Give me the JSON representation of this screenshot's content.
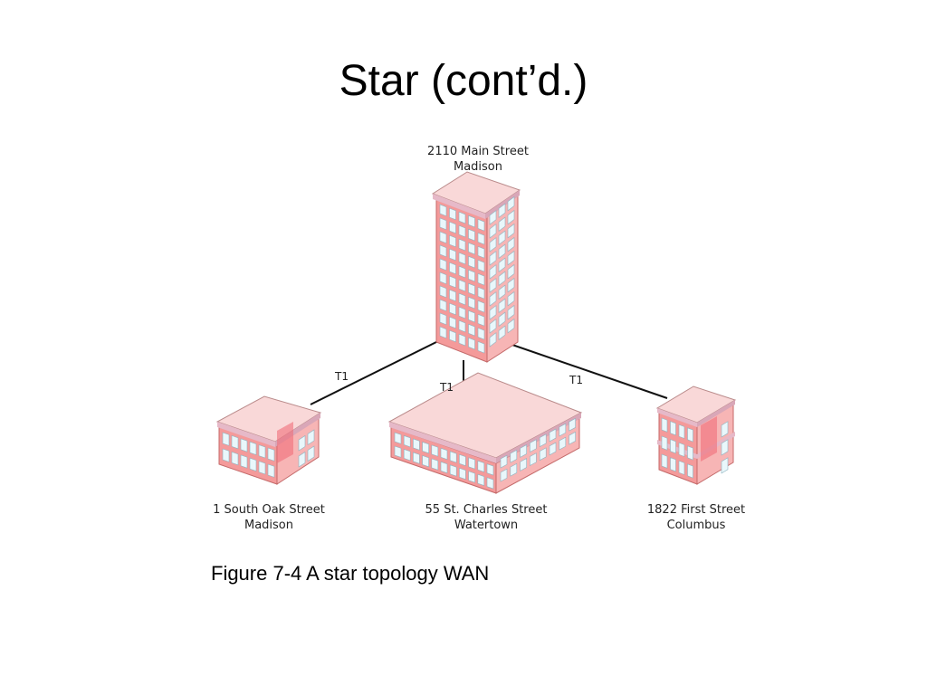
{
  "slide": {
    "title": "Star (cont’d.)",
    "caption": "Figure 7-4 A star topology WAN"
  },
  "links": [
    "T1",
    "T1",
    "T1"
  ],
  "sites": {
    "hub": {
      "line1": "2110 Main Street",
      "line2": "Madison"
    },
    "left": {
      "line1": "1 South Oak Street",
      "line2": "Madison"
    },
    "center": {
      "line1": "55 St. Charles Street",
      "line2": "Watertown"
    },
    "right": {
      "line1": "1822 First Street",
      "line2": "Columbus"
    }
  },
  "colors": {
    "wall": "#f49a9a",
    "roof": "#f9d8d8",
    "window": "#e9f7fb",
    "line": "#111111"
  }
}
